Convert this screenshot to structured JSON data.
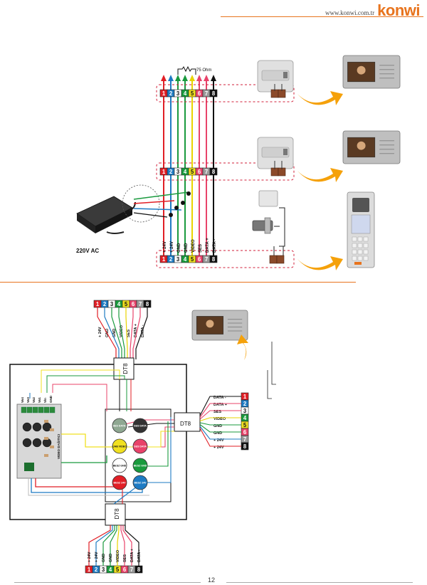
{
  "header": {
    "url": "www.konwi.com.tr",
    "logo": "konwi"
  },
  "terminal": {
    "numbers": [
      "1",
      "2",
      "3",
      "4",
      "5",
      "6",
      "7",
      "8"
    ]
  },
  "top": {
    "resistor_label": "75 Ohm",
    "psu_label": "220V AC",
    "signals": [
      "+ 24V",
      "+ 24V",
      "GND",
      "GND",
      "VIDEO",
      "SES",
      "DATA +",
      "DATA -"
    ]
  },
  "bottom": {
    "dt8_label": "DT8",
    "top_signals": [
      "+ 24V",
      "GND",
      "GND",
      "VIDEO",
      "SES",
      "DATA +",
      "DATA -"
    ],
    "right_signals": [
      "DATA -",
      "DATA +",
      "SES",
      "VIDEO",
      "GND",
      "GND",
      "+ 24V",
      "+ 24V"
    ],
    "bottom_signals": [
      "+ 24V",
      "+ 24V",
      "GND",
      "GND",
      "VIDEO",
      "SES",
      "DATA +",
      "DATA -"
    ],
    "board_terminals": [
      "Vo4",
      "Vo3",
      "Vo2",
      "Vo1",
      "Vin",
      "GND"
    ],
    "board_label": "VIDEO DAĞITICI",
    "connectors": [
      {
        "text": "SES DATA-"
      },
      {
        "text": "SES DATA"
      },
      {
        "text": "UAB VIDEO"
      },
      {
        "text": "SES DATA"
      },
      {
        "text": "BESZ GND"
      },
      {
        "text": "BESZ GND"
      },
      {
        "text": "BESZ 24V"
      },
      {
        "text": "BESZ 24V"
      }
    ]
  },
  "footer": {
    "page_number": "12"
  }
}
